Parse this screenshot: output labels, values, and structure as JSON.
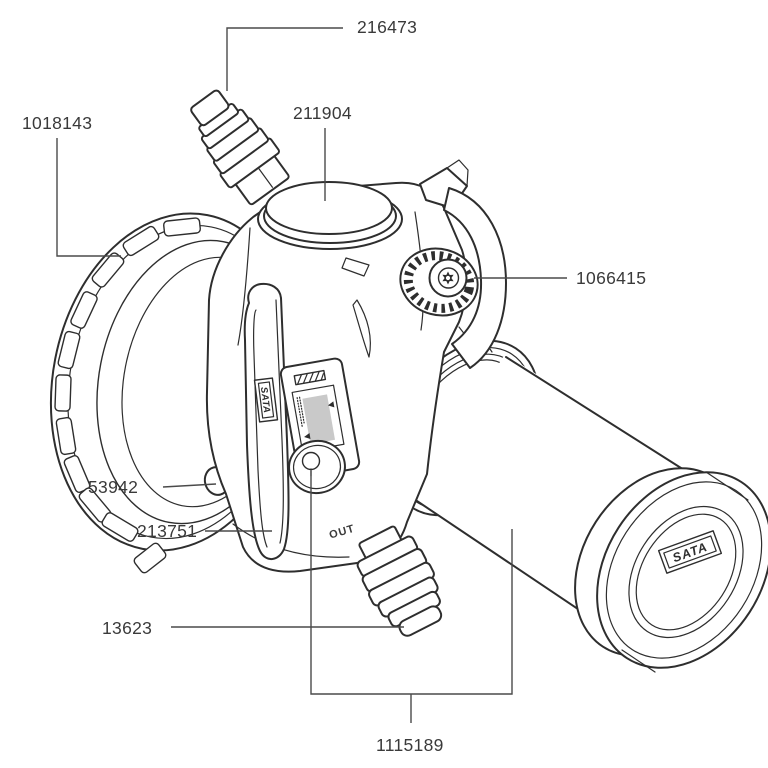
{
  "diagram_type": "exploded-parts-diagram",
  "colors": {
    "background": "#ffffff",
    "line": "#2e2e2e",
    "label_text": "#3a3a3a",
    "sticker_gray": "#c9c9c9"
  },
  "parts": [
    {
      "id": "top-hose-connector",
      "number": "216473"
    },
    {
      "id": "ribbed-end-cap-left",
      "number": "1018143"
    },
    {
      "id": "dome-button",
      "number": "211904"
    },
    {
      "id": "adjustment-knob",
      "number": "1066415"
    },
    {
      "id": "side-tab",
      "number": "53942"
    },
    {
      "id": "belt-clip",
      "number": "213751"
    },
    {
      "id": "outlet-connector",
      "number": "13623"
    },
    {
      "id": "main-unit-assembly",
      "number": "1115189"
    }
  ],
  "embossed": {
    "out_marking": "OUT",
    "clip_logo": "SATA",
    "end_cap_logo": "SATA"
  }
}
